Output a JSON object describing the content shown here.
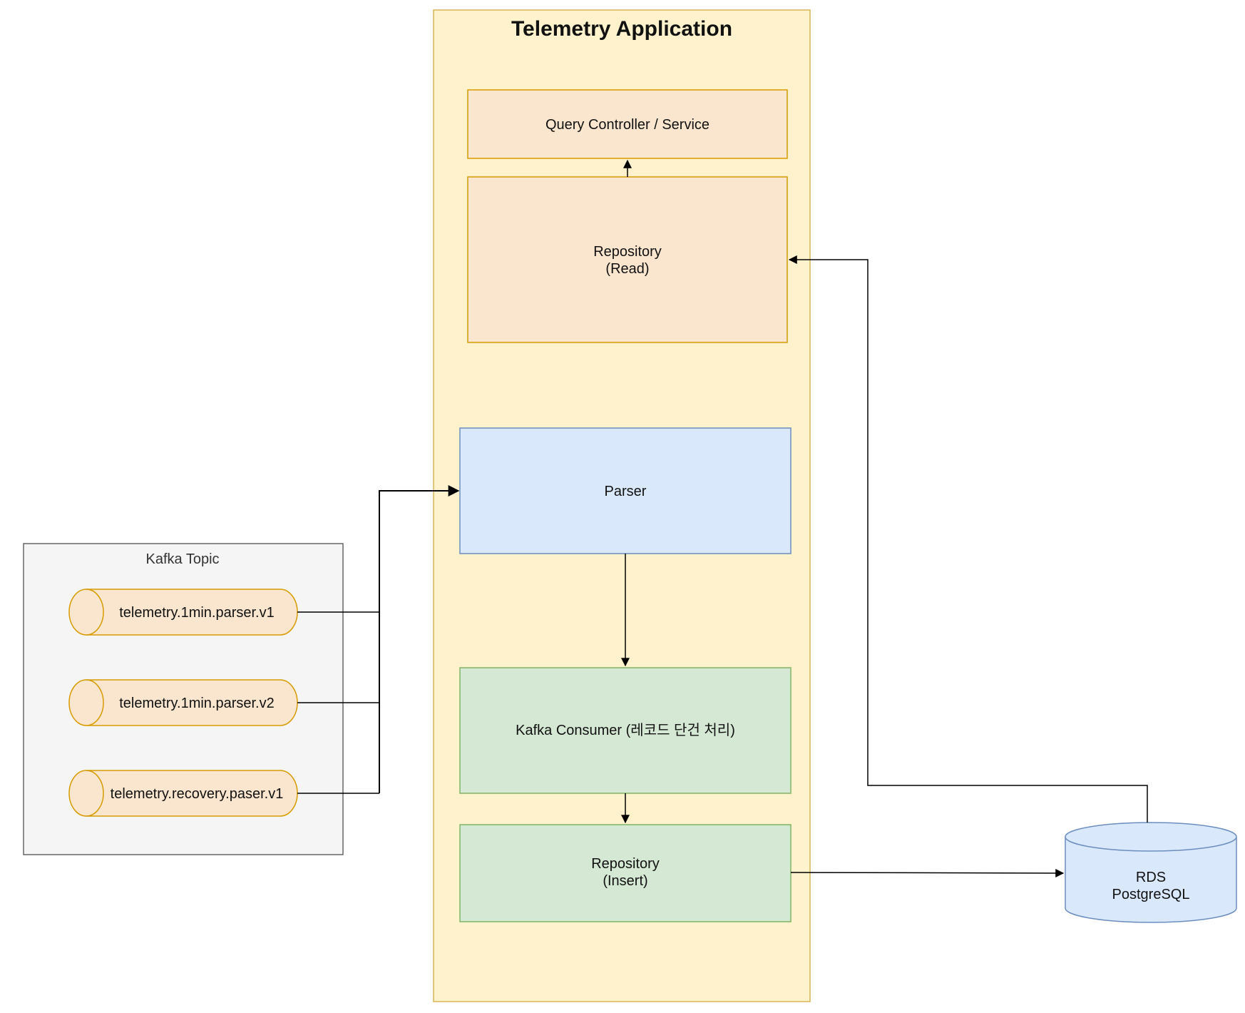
{
  "app": {
    "title": "Telemetry Application"
  },
  "components": {
    "query_controller": "Query Controller / Service",
    "repository_read": [
      "Repository",
      "(Read)"
    ],
    "parser": "Parser",
    "kafka_consumer": "Kafka Consumer (레코드 단건 처리)",
    "repository_insert": [
      "Repository",
      "(Insert)"
    ]
  },
  "kafka_topic_group": {
    "title": "Kafka Topic",
    "topics": [
      "telemetry.1min.parser.v1",
      "telemetry.1min.parser.v2",
      "telemetry.recovery.paser.v1"
    ]
  },
  "database": {
    "label": [
      "RDS",
      "PostgreSQL"
    ]
  },
  "colors": {
    "app_container_fill": "#fff2cc",
    "app_container_stroke": "#d6b656",
    "orange_fill": "#fae6cf",
    "orange_stroke": "#d79b00",
    "blue_fill": "#dae8fc",
    "blue_stroke": "#6c8ebf",
    "green_fill": "#d5e8d4",
    "green_stroke": "#82b366",
    "group_fill": "#f5f5f5",
    "group_stroke": "#666666",
    "edge": "#000000"
  }
}
